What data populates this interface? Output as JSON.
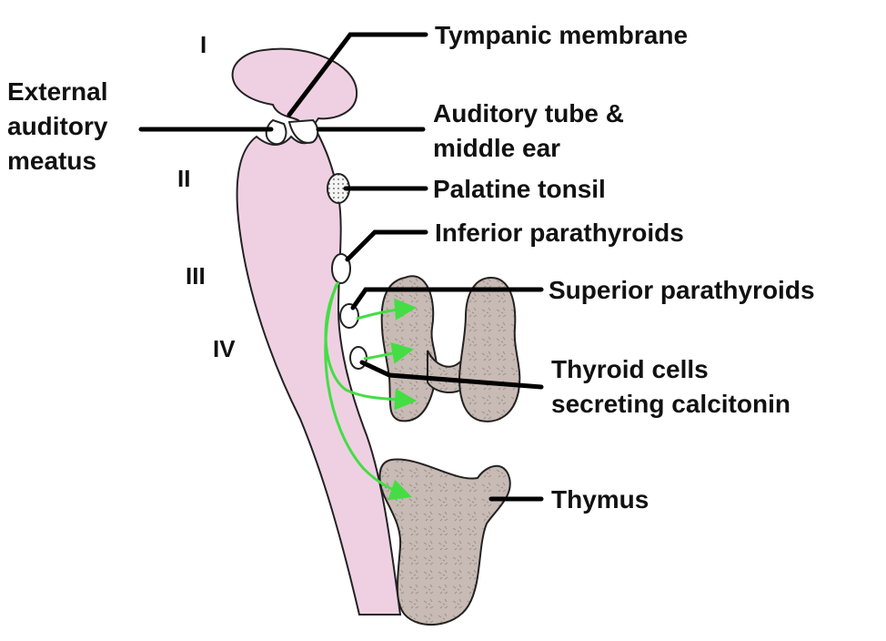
{
  "colors": {
    "pharynx_fill": "#efd0e2",
    "organ_fill": "#c8bab4",
    "outline": "#222222",
    "leader": "#000000",
    "migration_arrow": "#44dd44"
  },
  "pouches": [
    {
      "numeral": "I"
    },
    {
      "numeral": "II"
    },
    {
      "numeral": "III"
    },
    {
      "numeral": "IV"
    }
  ],
  "labels": {
    "tympanic_membrane": "Tympanic membrane",
    "external_meatus": [
      "External",
      "auditory",
      "meatus"
    ],
    "auditory_tube": [
      "Auditory tube &",
      "middle ear"
    ],
    "palatine_tonsil": "Palatine tonsil",
    "inferior_parathyroids": "Inferior parathyroids",
    "superior_parathyroids": "Superior parathyroids",
    "thyroid_cells": [
      "Thyroid cells",
      "secreting calcitonin"
    ],
    "thymus": "Thymus"
  }
}
